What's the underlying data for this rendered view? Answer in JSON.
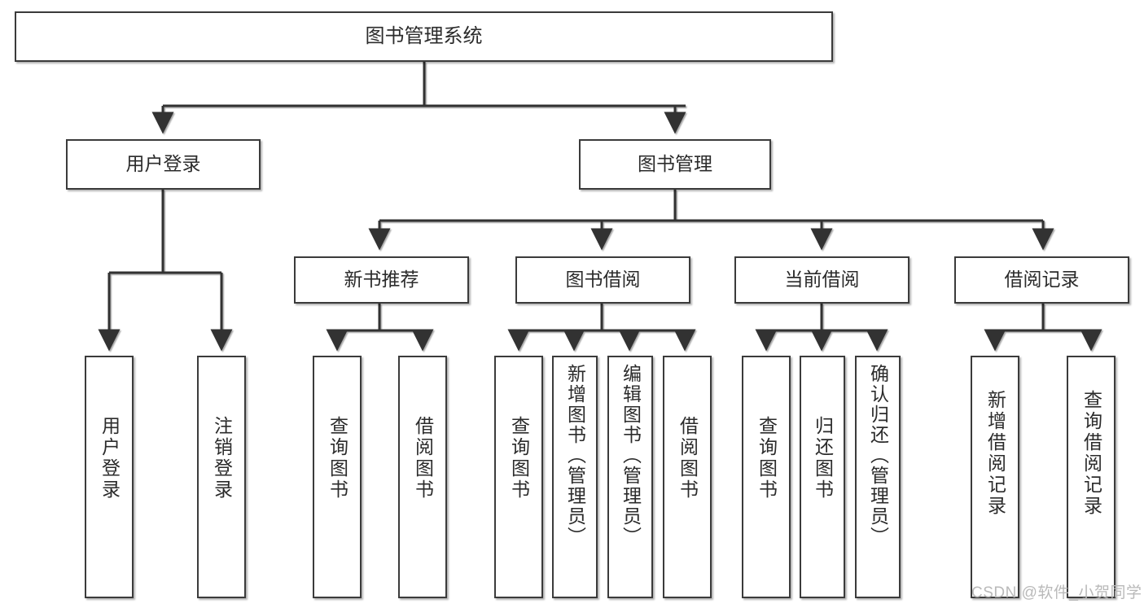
{
  "diagram": {
    "type": "tree-hierarchy",
    "title": "图书管理系统",
    "root": {
      "id": "root",
      "label": "图书管理系统",
      "orientation": "horizontal"
    },
    "level2": [
      {
        "id": "user-login",
        "label": "用户登录",
        "orientation": "horizontal"
      },
      {
        "id": "book-manage",
        "label": "图书管理",
        "orientation": "horizontal"
      }
    ],
    "level3": [
      {
        "id": "new-book-recommend",
        "label": "新书推荐",
        "orientation": "horizontal",
        "parent": "book-manage"
      },
      {
        "id": "book-borrow",
        "label": "图书借阅",
        "orientation": "horizontal",
        "parent": "book-manage"
      },
      {
        "id": "current-borrow",
        "label": "当前借阅",
        "orientation": "horizontal",
        "parent": "book-manage"
      },
      {
        "id": "borrow-record",
        "label": "借阅记录",
        "orientation": "horizontal",
        "parent": "book-manage"
      }
    ],
    "leaves": [
      {
        "id": "leaf-user-login",
        "label": "用户登录",
        "parent": "user-login",
        "orientation": "vertical"
      },
      {
        "id": "leaf-logout",
        "label": "注销登录",
        "parent": "user-login",
        "orientation": "vertical"
      },
      {
        "id": "leaf-query-book-1",
        "label": "查询图书",
        "parent": "new-book-recommend",
        "orientation": "vertical"
      },
      {
        "id": "leaf-borrow-book-1",
        "label": "借阅图书",
        "parent": "new-book-recommend",
        "orientation": "vertical"
      },
      {
        "id": "leaf-query-book-2",
        "label": "查询图书",
        "parent": "book-borrow",
        "orientation": "vertical"
      },
      {
        "id": "leaf-add-book",
        "label": "新增图书（管理员）",
        "parent": "book-borrow",
        "orientation": "vertical"
      },
      {
        "id": "leaf-edit-book",
        "label": "编辑图书（管理员）",
        "parent": "book-borrow",
        "orientation": "vertical"
      },
      {
        "id": "leaf-borrow-book-2",
        "label": "借阅图书",
        "parent": "book-borrow",
        "orientation": "vertical"
      },
      {
        "id": "leaf-query-book-3",
        "label": "查询图书",
        "parent": "current-borrow",
        "orientation": "vertical"
      },
      {
        "id": "leaf-return-book",
        "label": "归还图书",
        "parent": "current-borrow",
        "orientation": "vertical"
      },
      {
        "id": "leaf-confirm-return",
        "label": "确认归还（管理员）",
        "parent": "current-borrow",
        "orientation": "vertical"
      },
      {
        "id": "leaf-add-record",
        "label": "新增借阅记录",
        "parent": "borrow-record",
        "orientation": "vertical"
      },
      {
        "id": "leaf-query-record",
        "label": "查询借阅记录",
        "parent": "borrow-record",
        "orientation": "vertical"
      }
    ],
    "colors": {
      "border": "#3b3b3b",
      "fill": "#ffffff",
      "connector": "#333333",
      "text": "#2b2b2b",
      "watermark": "#b9b9b9"
    }
  },
  "watermark": {
    "text": "CSDN @软件_小贺同学"
  }
}
